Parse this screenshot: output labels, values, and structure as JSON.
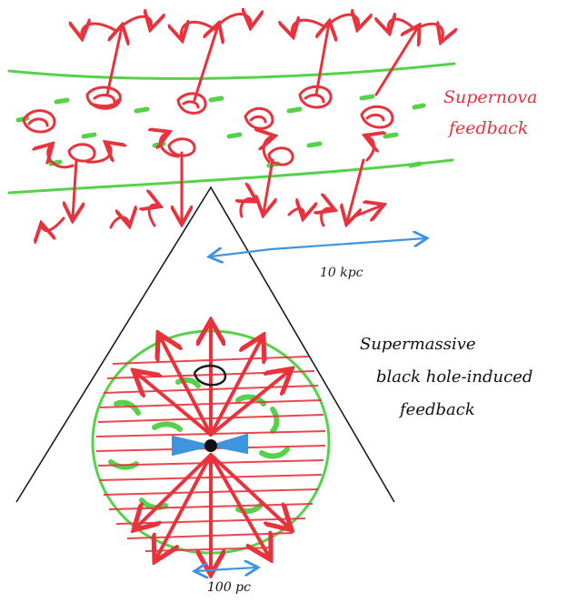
{
  "colors": {
    "red": "#e8323c",
    "green": "#56d24a",
    "blue": "#3f95dd",
    "ink": "#1c1c1c",
    "label_red": "#e8323c",
    "background": "#ffffff"
  },
  "labels": {
    "supernova_line1": "Supernova",
    "supernova_line2": "feedback",
    "smbh_line1": "Supermassive",
    "smbh_line2": "black hole-induced",
    "smbh_line3": "feedback",
    "scale_top": "10 kpc",
    "scale_bottom": "100 pc"
  }
}
